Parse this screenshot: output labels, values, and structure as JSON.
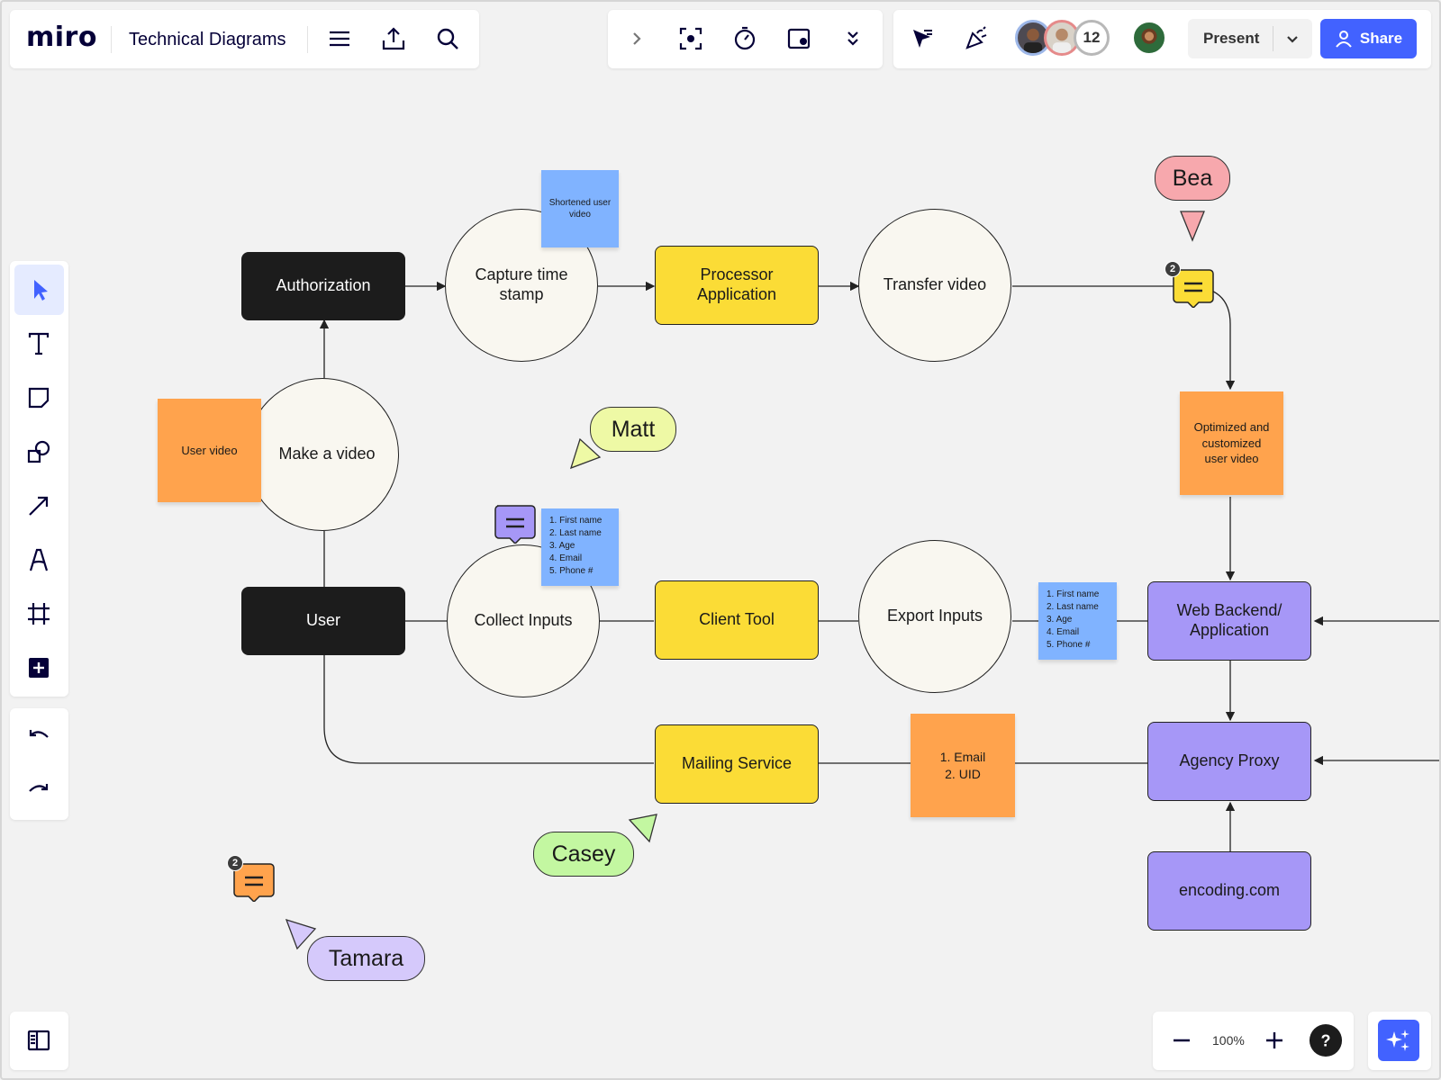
{
  "app": {
    "logo": "miro",
    "board_title": "Technical Diagrams"
  },
  "toolbar_right": {
    "collaborator_count": "12",
    "present_label": "Present",
    "share_label": "Share"
  },
  "colors": {
    "accent": "#4262ff",
    "black_box": "#1c1c1c",
    "yellow": "#fbdc36",
    "purple": "#a697f7",
    "orange_sticky": "#ffa34d",
    "blue_sticky": "#80b3ff"
  },
  "diagram": {
    "authorization": "Authorization",
    "capture_time_stamp": "Capture time stamp",
    "processor_application": "Processor Application",
    "transfer_video": "Transfer video",
    "make_a_video": "Make a video",
    "user": "User",
    "collect_inputs": "Collect Inputs",
    "client_tool": "Client Tool",
    "export_inputs": "Export Inputs",
    "web_backend": "Web Backend/ Application",
    "agency_proxy": "Agency Proxy",
    "encoding_com": "encoding.com",
    "mailing_service": "Mailing Service"
  },
  "stickies": {
    "shortened_user_video": "Shortened user video",
    "user_video": "User video",
    "optimized_video": "Optimized and customized user video",
    "inputs_list_1": "1. First name\n2. Last name\n3. Age\n4. Email\n5. Phone #",
    "inputs_list_2": "1. First name\n2. Last name\n3. Age\n4. Email\n5. Phone #",
    "email_uid": "1. Email\n2. UID"
  },
  "cursors": {
    "bea": "Bea",
    "matt": "Matt",
    "casey": "Casey",
    "tamara": "Tamara"
  },
  "comments": {
    "bea_comment_count": "2",
    "tamara_comment_count": "2"
  },
  "zoom": {
    "level": "100%"
  },
  "icons": [
    "menu-icon",
    "upload-icon",
    "search-icon",
    "chevron-right-icon",
    "focus-icon",
    "timer-icon",
    "video-frame-icon",
    "double-chevron-down-icon",
    "cursor-filter-icon",
    "celebrate-icon",
    "chevron-down-icon",
    "user-icon",
    "select-arrow-icon",
    "text-tool-icon",
    "sticky-note-icon",
    "shapes-icon",
    "line-arrow-icon",
    "pen-icon",
    "frame-icon",
    "add-icon",
    "undo-icon",
    "redo-icon",
    "panel-toggle-icon",
    "minus-icon",
    "plus-icon",
    "help-icon",
    "ai-sparkle-icon",
    "comment-icon"
  ]
}
